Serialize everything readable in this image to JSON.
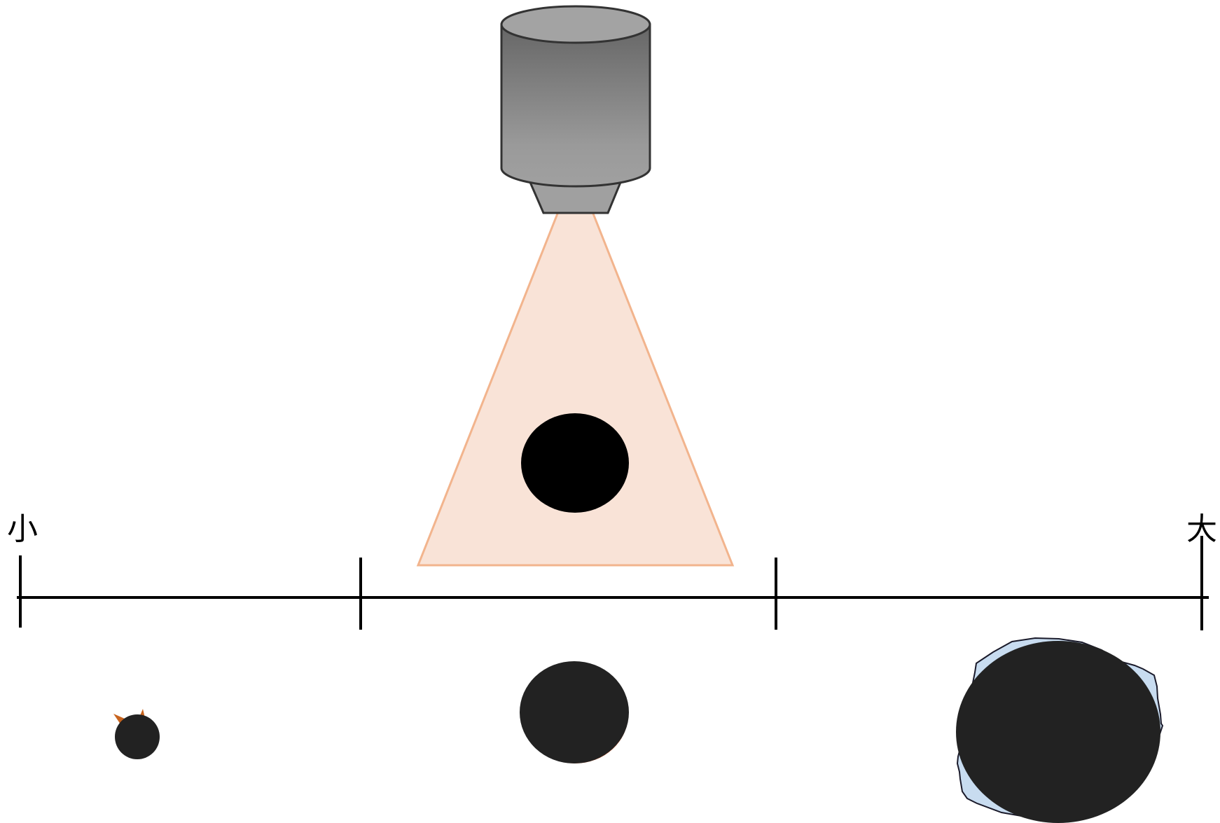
{
  "scale": {
    "small_label": "小",
    "large_label": "大",
    "tick_count": 4
  },
  "camera": {
    "icon": "camera-lens-icon",
    "body_gradient_top": "#6a6a6a",
    "body_gradient_bottom": "#a0a0a0",
    "top_color": "#a3a3a3",
    "lens_color": "#a0a0a0"
  },
  "field_of_view": {
    "fill": "#f9e3d7",
    "stroke": "#f2b48d"
  },
  "particles": [
    {
      "size_class": "small",
      "color": "#222222",
      "accent_color": "#c8641e"
    },
    {
      "size_class": "medium",
      "color": "#222222",
      "accent_color": "#e0602a"
    },
    {
      "size_class": "large",
      "color": "#222222",
      "accent_color": "#c8dcf0"
    }
  ],
  "detected_particle": {
    "color": "#000000"
  }
}
